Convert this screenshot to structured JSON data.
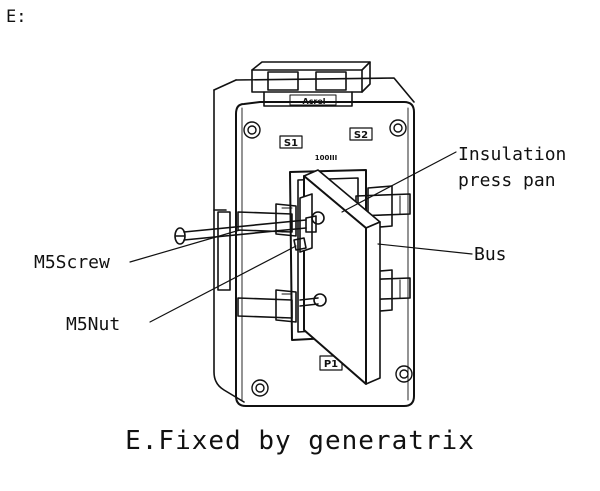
{
  "section_label": "E:",
  "diagram": {
    "terminal_s1": "S1",
    "terminal_s2": "S2",
    "terminal_p1": "P1",
    "rating_mark": "100III",
    "brand_mark": "Acrel"
  },
  "callouts": {
    "insulation_line1": "Insulation",
    "insulation_line2": "press pan",
    "bus": "Bus",
    "m5_screw": "M5Screw",
    "m5_nut": "M5Nut"
  },
  "caption": "E.Fixed by generatrix",
  "colors": {
    "ink": "#111111",
    "background": "#ffffff"
  }
}
